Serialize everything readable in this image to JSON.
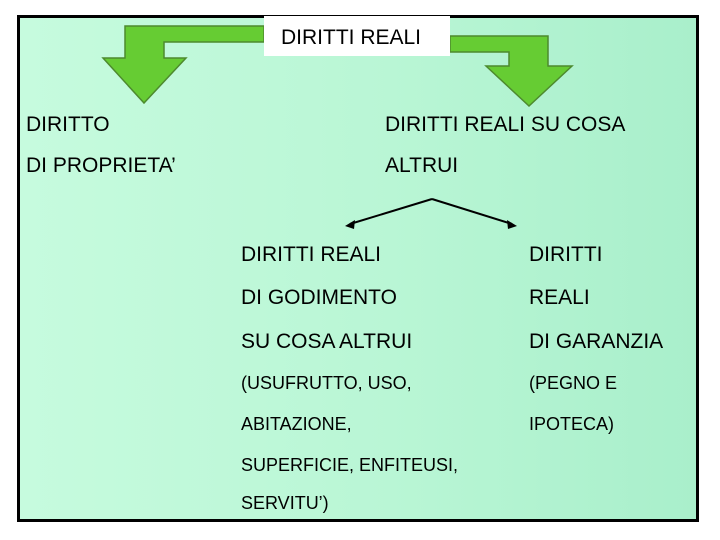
{
  "slide": {
    "title": "DIRITTI REALI",
    "left_branch": {
      "line1": "DIRITTO",
      "line2": "DI PROPRIETA’"
    },
    "right_branch": {
      "line1": "DIRITTI REALI SU COSA",
      "line2": "ALTRUI"
    },
    "godimento": {
      "line1": "DIRITTI REALI",
      "line2": "DI GODIMENTO",
      "line3": "SU COSA ALTRUI",
      "line4": "(USUFRUTTO, USO,",
      "line5": "ABITAZIONE,",
      "line6": "SUPERFICIE, ENFITEUSI,",
      "line7": "SERVITU’)"
    },
    "garanzia": {
      "line1": "DIRITTI",
      "line2": "REALI",
      "line3": "DI GARANZIA",
      "line4": "(PEGNO E",
      "line5": "IPOTECA)"
    }
  },
  "colors": {
    "background": "#c0f8d9",
    "arrow_fill": "#66cc33",
    "arrow_stroke": "#4d8a2e",
    "border": "#000000"
  },
  "icons": [
    "arrow-down-left-icon",
    "arrow-down-right-icon",
    "branch-connector-icon"
  ]
}
